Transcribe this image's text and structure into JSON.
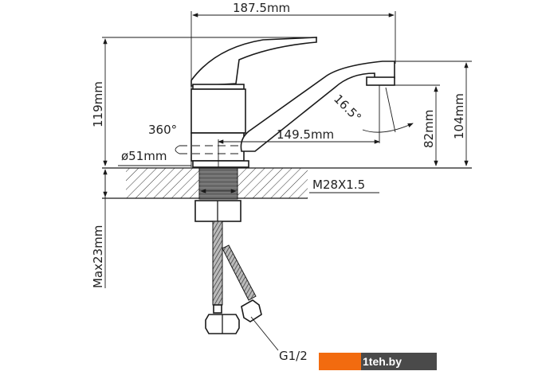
{
  "dimensions": {
    "overall_length": "187.5mm",
    "total_height": "119mm",
    "rotation": "360°",
    "spout_angle": "16.5°",
    "spout_reach": "149.5mm",
    "base_diameter": "ø51mm",
    "spout_clearance": "82mm",
    "spout_height": "104mm",
    "thread": "M28X1.5",
    "max_countertop": "Max23mm",
    "hose_connection": "G1/2"
  },
  "watermark": {
    "text": "1teh.by",
    "colors": {
      "orange": "#f26b0f",
      "grey": "#4a4a4a"
    }
  }
}
